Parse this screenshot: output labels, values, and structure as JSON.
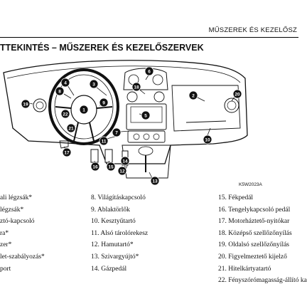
{
  "header": {
    "running_head": "MŰSZEREK ÉS KEZELŐSZ"
  },
  "section": {
    "title": "TTEKINTÉS – MŰSZEREK ÉS KEZELŐSZERVEK"
  },
  "figure": {
    "code": "K5W2023A",
    "callouts": [
      "1",
      "2",
      "3",
      "4",
      "5",
      "6",
      "7",
      "8",
      "9",
      "10",
      "11",
      "12",
      "13",
      "14",
      "15",
      "16",
      "17",
      "18",
      "19",
      "20",
      "21",
      "22"
    ]
  },
  "legend": {
    "col1": [
      "ali légzsák*",
      "légzsák*",
      "ztó-kapcsoló",
      "ra*",
      "zer*",
      "let-szabályozás*",
      "port"
    ],
    "col2": [
      "8.   Világításkapcsoló",
      "9.   Ablaktörlők",
      "10. Kesztyűtartó",
      "11. Alsó tárolórekesz",
      "12. Hamutartó*",
      "13. Szivargyújtó*",
      "14. Gázpedál"
    ],
    "col3": [
      "15. Fékpedál",
      "16. Tengelykapcsoló pedál",
      "17. Motorháztető-nyitókar",
      "18. Középső szellőzőnyílás",
      "19. Oldalsó szellőzőnyílás",
      "20. Figyelmeztető kijelző",
      "21. Hitelkártyatartó",
      "22. Fényszórómagasság-állító ka"
    ]
  }
}
